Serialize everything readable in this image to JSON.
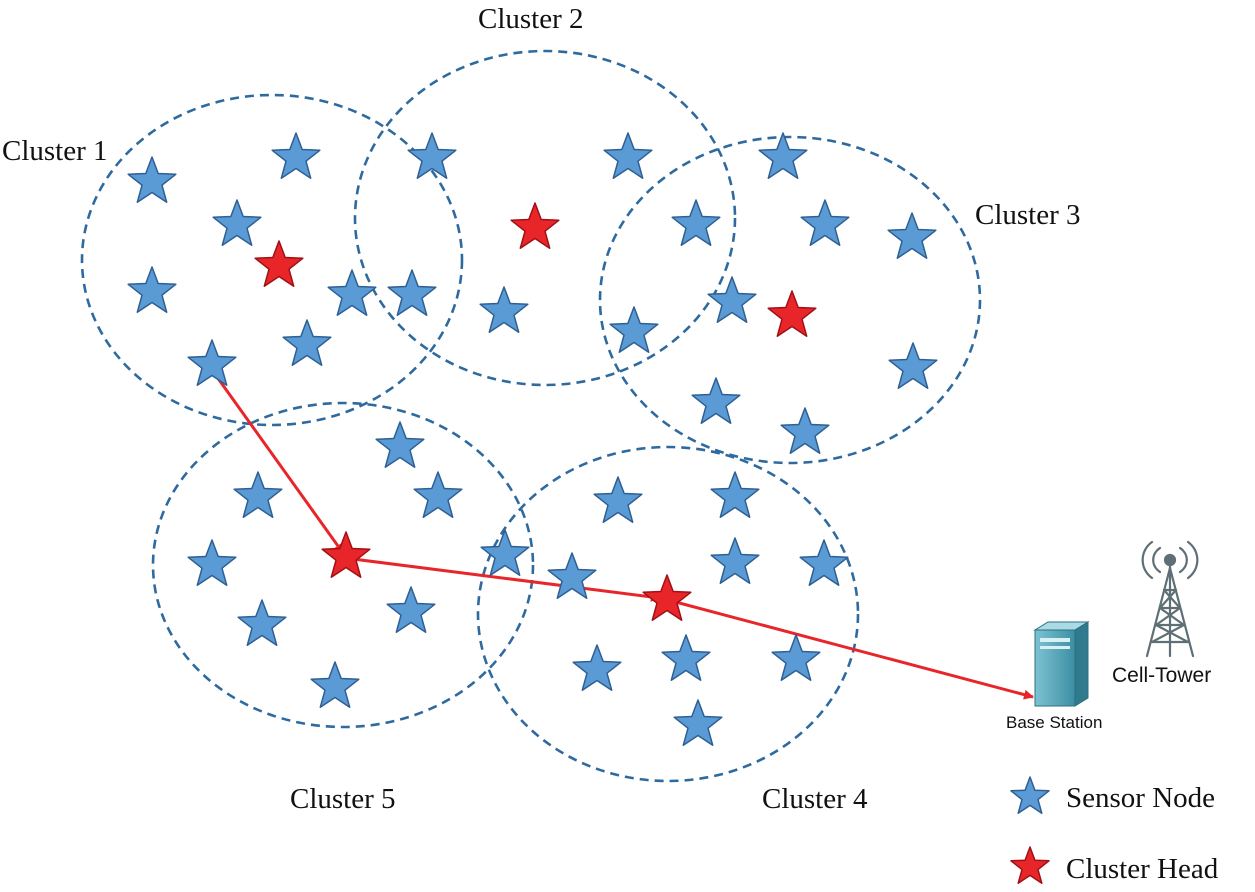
{
  "colors": {
    "sensor_node": "#5b9bd5",
    "sensor_node_stroke": "#2e5f93",
    "cluster_head": "#e8262a",
    "cluster_head_stroke": "#a01015",
    "cluster_boundary": "#2f6a9e",
    "link": "#e8262a",
    "tower": "#6f7f86",
    "base_station": "#4aa3b8"
  },
  "icons": {
    "sensor_node": "star-icon",
    "cluster_head": "star-icon",
    "base_station": "server-icon",
    "cell_tower": "cell-tower-icon"
  },
  "clusters": [
    {
      "label": "Cluster 1"
    },
    {
      "label": "Cluster 2"
    },
    {
      "label": "Cluster 3"
    },
    {
      "label": "Cluster 4"
    },
    {
      "label": "Cluster 5"
    }
  ],
  "base_station": {
    "label": "Base Station"
  },
  "cell_tower": {
    "label": "Cell-Tower"
  },
  "legend": {
    "sensor_node": "Sensor Node",
    "cluster_head": "Cluster Head"
  }
}
